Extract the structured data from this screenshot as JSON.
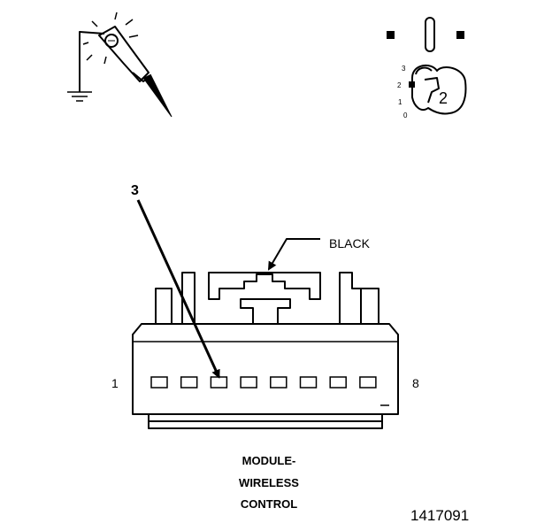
{
  "ignition": {
    "positions": [
      "3",
      "2",
      "1",
      "0"
    ],
    "key_position": "2"
  },
  "connector": {
    "housing_color_label": "BLACK",
    "pin_first": "1",
    "pin_last": "8",
    "pin_count": 8,
    "highlighted_pin": 3,
    "callout": "3"
  },
  "component_name": {
    "line1": "MODULE-",
    "line2": "WIRELESS",
    "line3": "CONTROL"
  },
  "figure_number": "1417091"
}
